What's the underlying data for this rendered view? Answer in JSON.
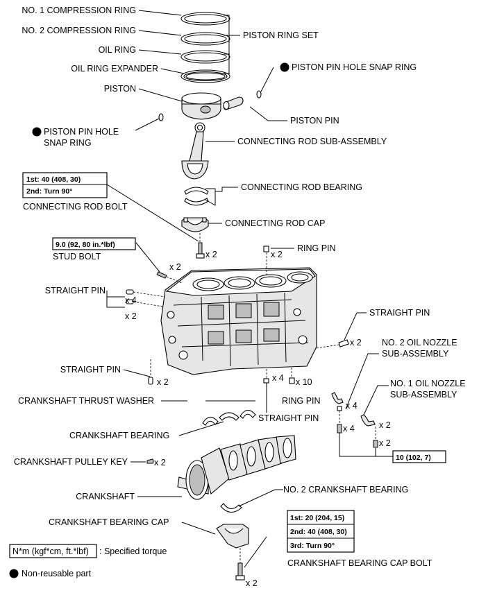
{
  "labels": {
    "no1_compression_ring": "NO. 1 COMPRESSION RING",
    "no2_compression_ring": "NO. 2 COMPRESSION RING",
    "oil_ring": "OIL RING",
    "oil_ring_expander": "OIL RING EXPANDER",
    "piston_ring_set": "PISTON RING SET",
    "piston": "PISTON",
    "piston_pin_hole_snap_ring_right": "PISTON PIN HOLE SNAP RING",
    "piston_pin": "PISTON PIN",
    "piston_pin_hole_snap_ring_left_1": "PISTON PIN HOLE",
    "piston_pin_hole_snap_ring_left_2": "SNAP RING",
    "connecting_rod_sub_assembly": "CONNECTING ROD SUB-ASSEMBLY",
    "connecting_rod_bearing": "CONNECTING ROD BEARING",
    "connecting_rod_bolt": "CONNECTING ROD BOLT",
    "connecting_rod_cap": "CONNECTING ROD CAP",
    "stud_bolt": "STUD BOLT",
    "ring_pin_top": "RING PIN",
    "straight_pin_left": "STRAIGHT PIN",
    "straight_pin_right": "STRAIGHT PIN",
    "straight_pin_bottom_left": "STRAIGHT PIN",
    "straight_pin_bottom": "STRAIGHT PIN",
    "no2_oil_nozzle_1": "NO. 2 OIL NOZZLE",
    "no2_oil_nozzle_2": "SUB-ASSEMBLY",
    "no1_oil_nozzle_1": "NO. 1 OIL NOZZLE",
    "no1_oil_nozzle_2": "SUB-ASSEMBLY",
    "crankshaft_thrust_washer": "CRANKSHAFT THRUST WASHER",
    "ring_pin_bottom": "RING PIN",
    "crankshaft_bearing": "CRANKSHAFT BEARING",
    "crankshaft_pulley_key": "CRANKSHAFT PULLEY KEY",
    "crankshaft": "CRANKSHAFT",
    "no2_crankshaft_bearing": "NO. 2 CRANKSHAFT BEARING",
    "crankshaft_bearing_cap": "CRANKSHAFT BEARING CAP",
    "crankshaft_bearing_cap_bolt": "CRANKSHAFT BEARING CAP BOLT"
  },
  "quantities": {
    "con_rod_bolt": "x 2",
    "ring_pin_top": "x 2",
    "stud_bolt": "x 2",
    "straight_pin_x4": "x 4",
    "straight_pin_x2": "x 2",
    "straight_pin_right": "x 2",
    "straight_pin_bottom_left": "x 2",
    "straight_pin_bottom": "x 4",
    "ring_pin_bottom": "x 10",
    "no2_nozzle": "x 4",
    "no2_nozzle_bolt": "x 4",
    "no1_nozzle": "x 2",
    "no1_nozzle_bolt": "x 2",
    "pulley_key": "x 2",
    "cap_bolt": "x 2"
  },
  "torque": {
    "con_rod_bolt_1": "1st: 40 (408, 30)",
    "con_rod_bolt_2": "2nd: Turn 90°",
    "stud_bolt": "9.0 (92, 80 in.*lbf)",
    "oil_nozzle": "10 (102, 7)",
    "cap_bolt_1": "1st: 20 (204, 15)",
    "cap_bolt_2": "2nd: 40 (408, 30)",
    "cap_bolt_3": "3rd: Turn 90°"
  },
  "legend": {
    "torque_unit": "N*m (kgf*cm, ft.*lbf)",
    "torque_desc": ": Specified torque",
    "non_reusable": "Non-reusable part"
  },
  "icons": {
    "non_reusable_marker": "filled-black-circle"
  }
}
